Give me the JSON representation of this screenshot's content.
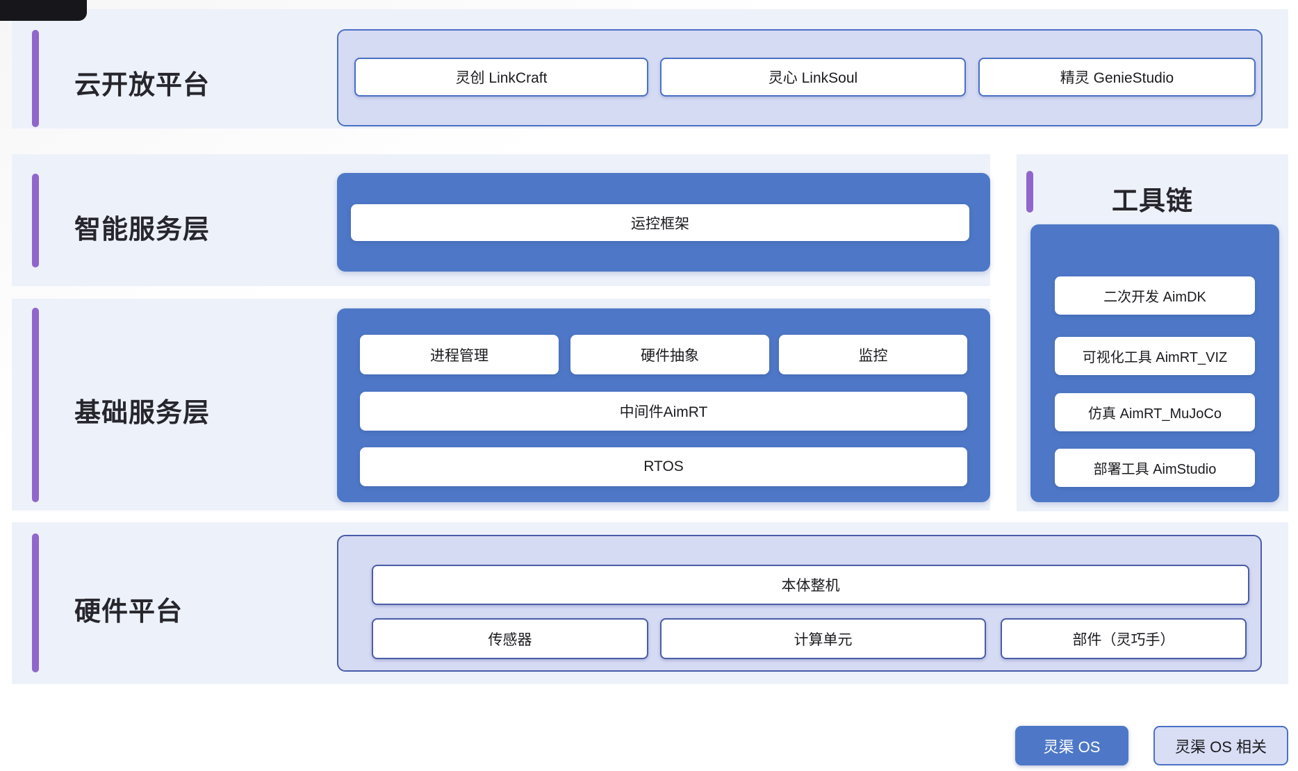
{
  "diagram": {
    "cloud": {
      "title": "云开放平台",
      "nodes": [
        "灵创 LinkCraft",
        "灵心 LinkSoul",
        "精灵 GenieStudio"
      ]
    },
    "intelligent": {
      "title": "智能服务层",
      "framework": "运控框架"
    },
    "toolchain": {
      "title": "工具链",
      "nodes": [
        "二次开发 AimDK",
        "可视化工具 AimRT_VIZ",
        "仿真 AimRT_MuJoCo",
        "部署工具 AimStudio"
      ]
    },
    "base": {
      "title": "基础服务层",
      "top_nodes": [
        "进程管理",
        "硬件抽象",
        "监控"
      ],
      "middleware": "中间件AimRT",
      "rtos": "RTOS"
    },
    "hardware": {
      "title": "硬件平台",
      "body": "本体整机",
      "nodes": [
        "传感器",
        "计算单元",
        "部件（灵巧手）"
      ]
    },
    "legend": {
      "os": "灵渠 OS",
      "related": "灵渠 OS 相关"
    },
    "colors": {
      "accent_purple": "#9066cb",
      "primary_blue": "#4e78c7",
      "lavender": "#d6dbf4",
      "panel_bg": "#edf1fa",
      "border_blue": "#4a70c4",
      "border_navy": "#4a5ca8"
    }
  }
}
